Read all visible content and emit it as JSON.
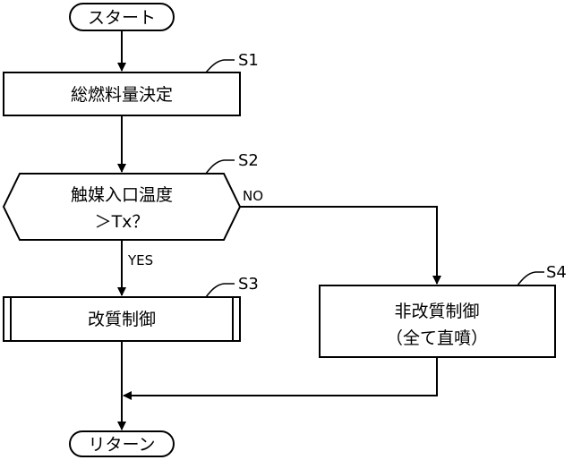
{
  "start": {
    "label": "スタート"
  },
  "s1": {
    "step": "S1",
    "label": "総燃料量決定"
  },
  "s2": {
    "step": "S2",
    "line1": "触媒入口温度",
    "line2": "＞Tx？",
    "yes": "YES",
    "no": "NO"
  },
  "s3": {
    "step": "S3",
    "label": "改質制御"
  },
  "s4": {
    "step": "S4",
    "line1": "非改質制御",
    "line2": "（全て直噴）"
  },
  "end": {
    "label": "リターン"
  }
}
